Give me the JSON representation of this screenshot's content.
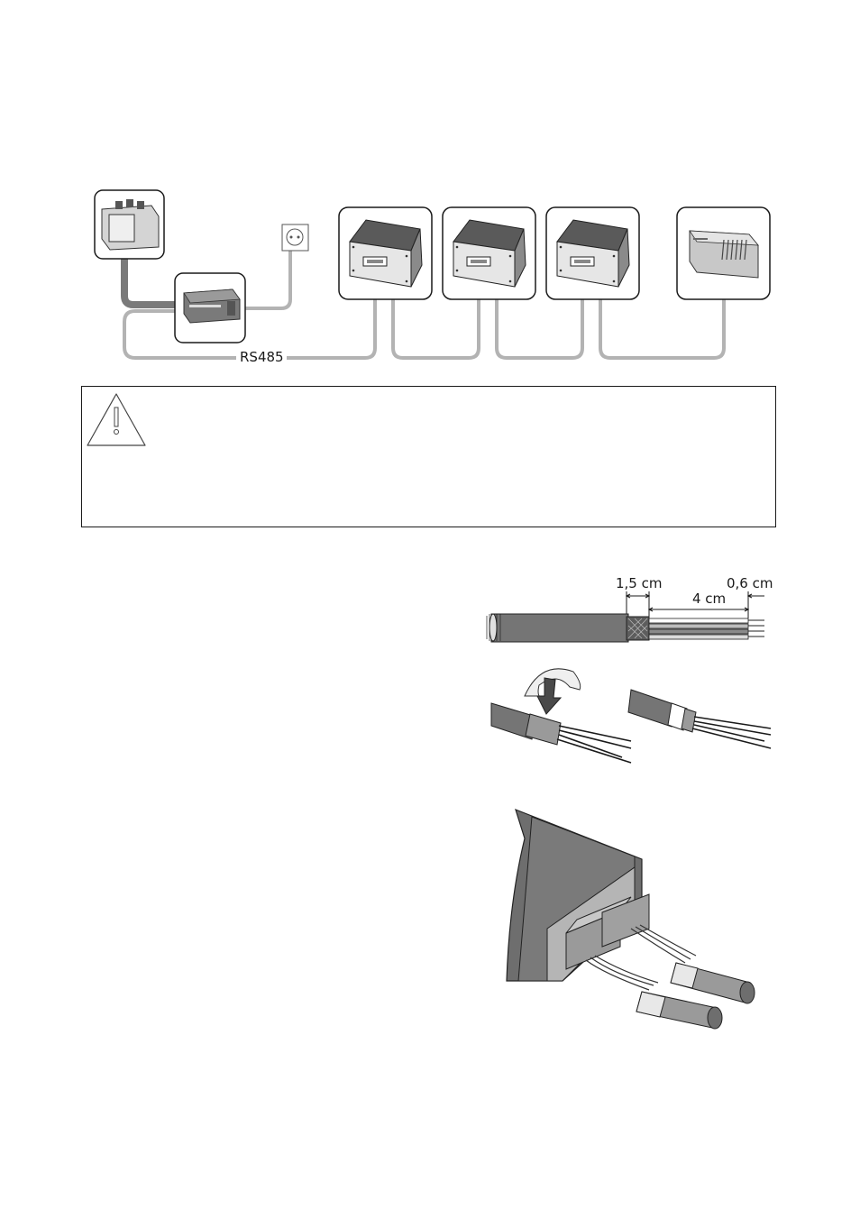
{
  "network": {
    "bus_label": "RS485"
  },
  "cable_prep": {
    "shield_length": "1,5 cm",
    "strip_length": "4 cm",
    "wire_end_length": "0,6 cm"
  },
  "colors": {
    "outline": "#1a1a1a",
    "cable_gray": "#b3b3b3",
    "device_gray": "#6e6e6e",
    "panel_light": "#e0e0e0"
  }
}
